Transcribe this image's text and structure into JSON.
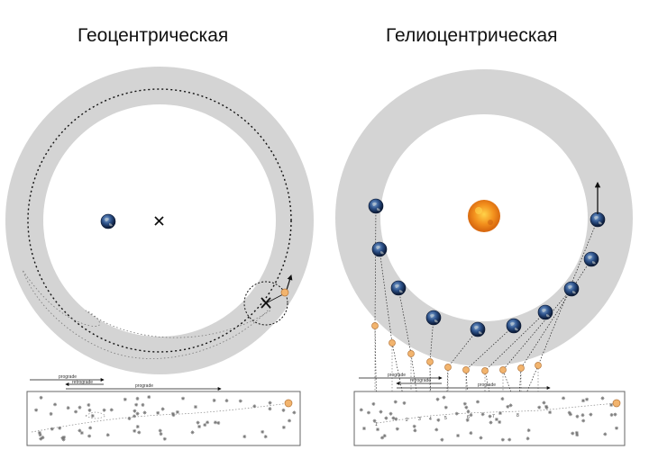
{
  "titles": {
    "geocentric": "Геоцентрическая",
    "heliocentric": "Гелиоцентрическая"
  },
  "icons": {
    "earth": "earth-icon",
    "sun": "sun-icon",
    "center": "x-mark-icon",
    "star": "star-icon"
  },
  "arrow_labels": {
    "left": [
      "prograde",
      "retrograde",
      "prograde"
    ],
    "right": [
      "prograde",
      "retrograde",
      "prograde"
    ]
  },
  "sky_labels": [
    "1",
    "2",
    "3",
    "4",
    "5",
    "6",
    "7",
    "8"
  ],
  "colors": {
    "ring": "#d4d4d4",
    "planet": "#f2b46e",
    "sun": "#f08a1c",
    "earth": "#2b4f86",
    "sky_border": "#666666"
  }
}
